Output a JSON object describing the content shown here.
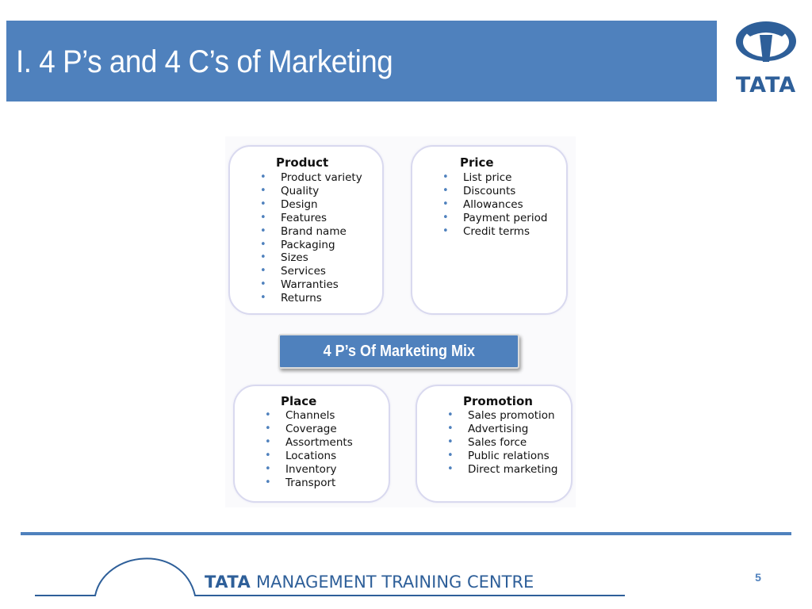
{
  "header": {
    "title": "I. 4 P’s and 4 C’s of Marketing",
    "logo_text": "TATA"
  },
  "diagram": {
    "center_label": "4 P’s Of Marketing Mix",
    "quadrants": [
      {
        "heading": "Product",
        "items": [
          "Product variety",
          "Quality",
          "Design",
          "Features",
          "Brand name",
          "Packaging",
          "Sizes",
          "Services",
          "Warranties",
          "Returns"
        ]
      },
      {
        "heading": "Price",
        "items": [
          "List price",
          "Discounts",
          "Allowances",
          "Payment period",
          "Credit terms"
        ]
      },
      {
        "heading": "Place",
        "items": [
          "Channels",
          "Coverage",
          "Assortments",
          "Locations",
          "Inventory",
          "Transport"
        ]
      },
      {
        "heading": "Promotion",
        "items": [
          "Sales promotion",
          "Advertising",
          "Sales force",
          "Public relations",
          "Direct marketing"
        ]
      }
    ]
  },
  "footer": {
    "brand": "TATA",
    "text": "MANAGEMENT TRAINING CENTRE",
    "page_number": "5"
  },
  "colors": {
    "accent": "#4f81bd",
    "brand_blue": "#2e5f99",
    "box_border": "#d9d9ef"
  },
  "icons": {
    "logo": "tata-logo-icon",
    "bullet": "bullet-icon"
  }
}
